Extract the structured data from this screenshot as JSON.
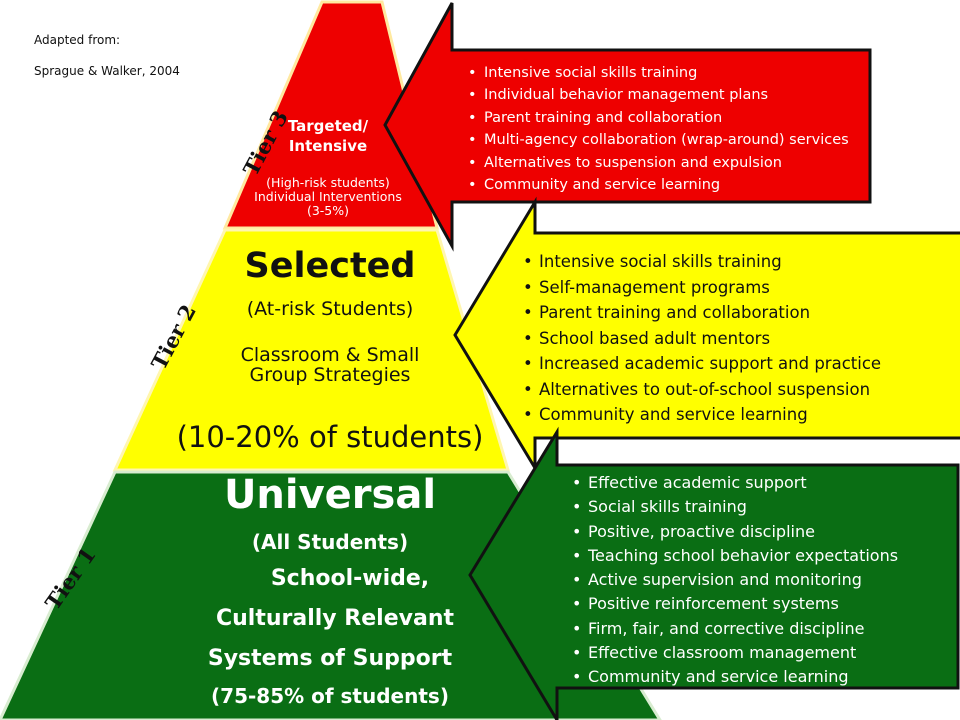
{
  "attribution": {
    "line1": "Adapted from:",
    "line2": "Sprague & Walker, 2004"
  },
  "colors": {
    "red": "#ee0000",
    "yellow": "#ffff00",
    "green": "#0a6e14"
  },
  "tiers": {
    "tier3": {
      "label": "Tier 3",
      "title1": "Targeted/",
      "title2": "Intensive",
      "sub1": "(High-risk students)",
      "sub2": "Individual Interventions",
      "sub3": "(3-5%)",
      "items": [
        "Intensive social skills training",
        "Individual behavior management plans",
        "Parent training and collaboration",
        "Multi-agency collaboration (wrap-around) services",
        "Alternatives to suspension and expulsion",
        "Community and service learning"
      ]
    },
    "tier2": {
      "label": "Tier 2",
      "title": "Selected",
      "sub1": "(At-risk Students)",
      "sub2": "Classroom & Small",
      "sub3": "Group Strategies",
      "percent": "(10-20% of students)",
      "items": [
        "Intensive social skills training",
        "Self-management programs",
        "Parent training and collaboration",
        "School based adult mentors",
        "Increased academic support and practice",
        "Alternatives to out-of-school suspension",
        "Community and service learning"
      ]
    },
    "tier1": {
      "label": "Tier 1",
      "title": "Universal",
      "sub1": "(All Students)",
      "sub2": "School-wide,",
      "sub3": "Culturally Relevant",
      "sub4": "Systems of Support",
      "percent": "(75-85% of students)",
      "items": [
        "Effective academic support",
        "Social skills training",
        "Positive, proactive discipline",
        "Teaching school behavior expectations",
        "Active supervision and monitoring",
        "Positive reinforcement systems",
        "Firm, fair, and corrective discipline",
        "Effective classroom management",
        "Community and service learning"
      ]
    }
  }
}
